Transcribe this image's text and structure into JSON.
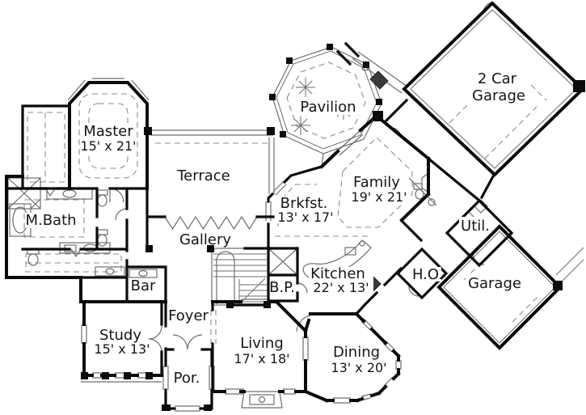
{
  "title": "House floor plan",
  "colors": {
    "background": "#ffffff",
    "wall": "#0b0b0b",
    "thin": "#6e6e6e",
    "dashed": "#8c8c8c",
    "text": "#161616"
  },
  "rooms": [
    {
      "id": "master",
      "label": "Master",
      "dims": "15' x 21'"
    },
    {
      "id": "mbath",
      "label": "M.Bath",
      "dims": ""
    },
    {
      "id": "terrace",
      "label": "Terrace",
      "dims": ""
    },
    {
      "id": "pavilion",
      "label": "Pavilion",
      "dims": ""
    },
    {
      "id": "two-car-garage",
      "label": "2 Car",
      "label2": "Garage"
    },
    {
      "id": "family",
      "label": "Family",
      "dims": "19' x 21'"
    },
    {
      "id": "brkfst",
      "label": "Brkfst.",
      "dims": "13' x 17'"
    },
    {
      "id": "gallery",
      "label": "Gallery",
      "dims": ""
    },
    {
      "id": "bar",
      "label": "Bar",
      "dims": ""
    },
    {
      "id": "bp",
      "label": "B.P.",
      "dims": ""
    },
    {
      "id": "kitchen",
      "label": "Kitchen",
      "dims": "22' x 13'"
    },
    {
      "id": "ho",
      "label": "H.O.",
      "dims": ""
    },
    {
      "id": "util",
      "label": "Util.",
      "dims": ""
    },
    {
      "id": "garage",
      "label": "Garage",
      "dims": ""
    },
    {
      "id": "foyer",
      "label": "Foyer",
      "dims": ""
    },
    {
      "id": "study",
      "label": "Study",
      "dims": "15' x 13'"
    },
    {
      "id": "porch",
      "label": "Por.",
      "dims": ""
    },
    {
      "id": "living",
      "label": "Living",
      "dims": "17' x 18'"
    },
    {
      "id": "dining",
      "label": "Dining",
      "dims": "13' x 20'"
    }
  ]
}
